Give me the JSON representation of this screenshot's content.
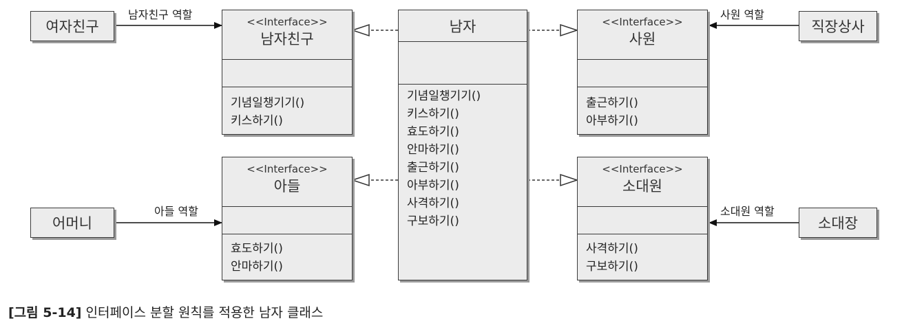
{
  "actors": {
    "girlfriend": "여자친구",
    "boss": "직장상사",
    "mother": "어머니",
    "squad_leader": "소대장"
  },
  "interfaces": {
    "boyfriend": {
      "stereotype": "<<Interface>>",
      "name": "남자친구",
      "operations": [
        "기념일챙기기()",
        "키스하기()"
      ]
    },
    "employee": {
      "stereotype": "<<Interface>>",
      "name": "사원",
      "operations": [
        "출근하기()",
        "아부하기()"
      ]
    },
    "son": {
      "stereotype": "<<Interface>>",
      "name": "아들",
      "operations": [
        "효도하기()",
        "안마하기()"
      ]
    },
    "soldier": {
      "stereotype": "<<Interface>>",
      "name": "소대원",
      "operations": [
        "사격하기()",
        "구보하기()"
      ]
    }
  },
  "man_class": {
    "name": "남자",
    "operations": [
      "기념일챙기기()",
      "키스하기()",
      "효도하기()",
      "안마하기()",
      "출근하기()",
      "아부하기()",
      "사격하기()",
      "구보하기()"
    ]
  },
  "relation_labels": {
    "boyfriend_role": "남자친구 역할",
    "employee_role": "사원 역할",
    "son_role": "아들 역할",
    "soldier_role": "소대원 역할"
  },
  "caption": {
    "figure": "[그림 5-14]",
    "text": "인터페이스 분할 원칙를 적용한 남자 클래스"
  }
}
